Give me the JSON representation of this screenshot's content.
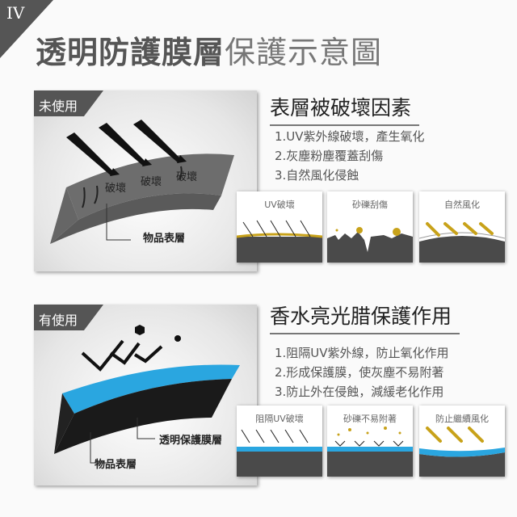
{
  "badge": "IV",
  "title": {
    "bold": "透明防護膜層",
    "light": "保護示意圖"
  },
  "section_without": {
    "tag": "未使用",
    "damage_labels": [
      "破壞",
      "破壞",
      "破壞"
    ],
    "surface_label": "物品表層",
    "heading": "表層被破壞因素",
    "items": [
      "1.UV紫外線破壞，產生氧化",
      "2.灰塵粉塵覆蓋刮傷",
      "3.自然風化侵蝕"
    ],
    "minis": [
      "UV破壞",
      "砂礫刮傷",
      "自然風化"
    ]
  },
  "section_with": {
    "tag": "有使用",
    "film_label": "透明保護膜層",
    "surface_label": "物品表層",
    "heading": "香水亮光腊保護作用",
    "items": [
      "1.阻隔UV紫外線，防止氧化作用",
      "2.形成保護膜，使灰塵不易附著",
      "3.防止外在侵蝕，減緩老化作用"
    ],
    "minis": [
      "阻隔UV破壞",
      "砂礫不易附著",
      "防止繼續風化"
    ]
  },
  "colors": {
    "dark": "#555555",
    "film": "#2aa6e0",
    "gold": "#c8a21a"
  }
}
